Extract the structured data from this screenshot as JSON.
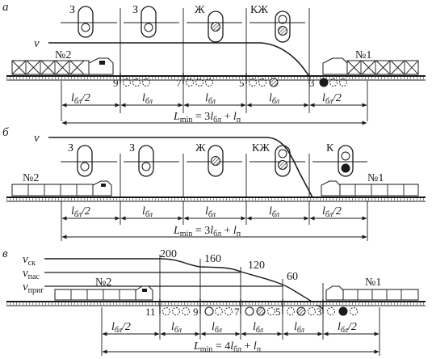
{
  "panels": {
    "a": {
      "label": "а",
      "signals": [
        "З",
        "З",
        "Ж",
        "КЖ"
      ],
      "speed_label": "v",
      "train_left": "№2",
      "train_right": "№1",
      "block_numbers": [
        "9",
        "7",
        "5",
        "3"
      ],
      "dims": [
        "l_бл/2",
        "l_бл",
        "l_бл",
        "l_бл",
        "l_бл/2"
      ],
      "lmin": "L_min = 3l_бл + l_п"
    },
    "b": {
      "label": "б",
      "signals": [
        "З",
        "З",
        "Ж",
        "КЖ",
        "К"
      ],
      "speed_label": "v",
      "train_left": "№2",
      "train_right": "№1",
      "dims": [
        "l_бл/2",
        "l_бл",
        "l_бл",
        "l_бл",
        "l_бл/2"
      ],
      "lmin": "L_min = 3l_бл + l_п"
    },
    "c": {
      "label": "в",
      "speeds": [
        "v_ск",
        "v_пас",
        "v_приг"
      ],
      "speed_values": [
        "200",
        "160",
        "120",
        "60"
      ],
      "train_left": "№2",
      "train_right": "№1",
      "block_numbers": [
        "11",
        "9",
        "7",
        "5",
        "3"
      ],
      "dims": [
        "l_бл/2",
        "l_бл",
        "l_бл",
        "l_бл",
        "l_бл",
        "l_бл/2"
      ],
      "lmin": "L_min = 4l_бл + l_п"
    }
  }
}
